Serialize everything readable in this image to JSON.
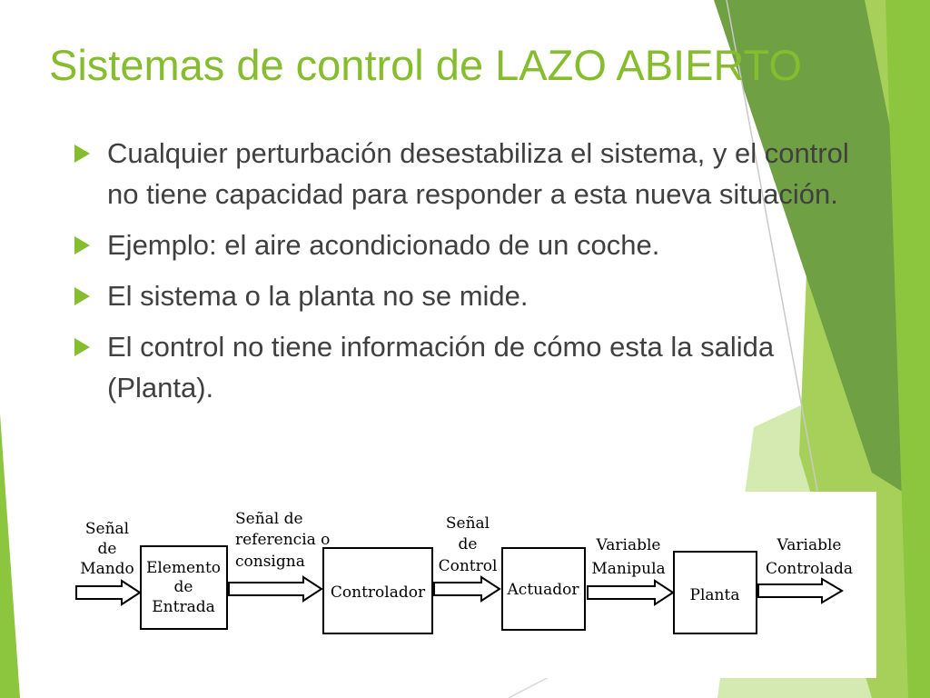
{
  "slide": {
    "title": "Sistemas de control de LAZO ABIERTO",
    "bullets": [
      {
        "text": "Cualquier perturbación desestabiliza el sistema, y el control no tiene capacidad para responder a esta nueva situación."
      },
      {
        "text": "Ejemplo: el aire acondicionado de un coche."
      },
      {
        "text": "El sistema o la planta no se mide."
      },
      {
        "text": "El control no tiene información de cómo esta la salida (Planta)."
      }
    ],
    "bullet_icon": "triangle-right-icon",
    "colors": {
      "accent": "#86bd2f",
      "text": "#404040",
      "deco_dark": "#6fa043",
      "deco_light": "#d4eab0"
    }
  },
  "diagram": {
    "blocks": [
      {
        "lines": [
          "Elemento",
          "de",
          "Entrada"
        ]
      },
      {
        "lines": [
          "Controlador"
        ]
      },
      {
        "lines": [
          "Actuador"
        ]
      },
      {
        "lines": [
          "Planta"
        ]
      }
    ],
    "signals": [
      {
        "lines": [
          "Señal",
          "de",
          "Mando"
        ]
      },
      {
        "lines": [
          "Señal de",
          "referencia o",
          "consigna"
        ]
      },
      {
        "lines": [
          "Señal",
          "de",
          "Control"
        ]
      },
      {
        "lines": [
          "Variable",
          "Manipula"
        ]
      },
      {
        "lines": [
          "Variable",
          "Controlada"
        ]
      }
    ]
  }
}
